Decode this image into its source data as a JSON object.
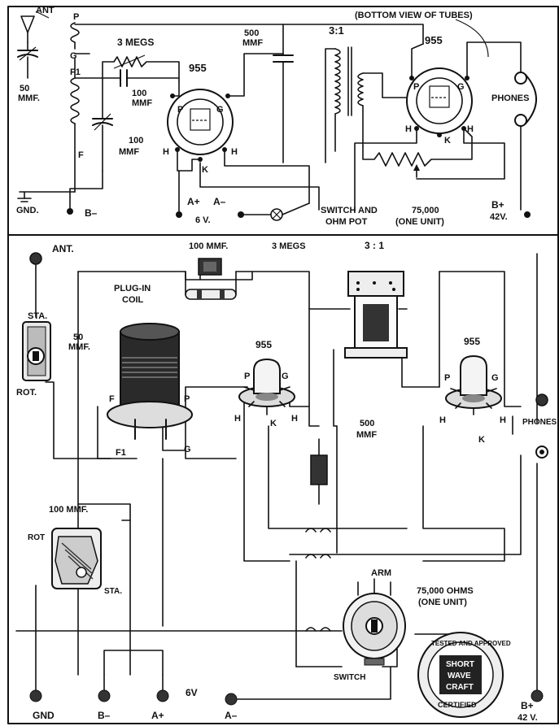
{
  "schematic": {
    "labels": {
      "ant": "ANT",
      "p": "P",
      "g": "G",
      "f1": "F1",
      "f": "F",
      "cap50": "50",
      "cap50_unit": "MMF.",
      "res3megs": "3 MEGS",
      "cap100a": "100",
      "cap100a_unit": "MMF",
      "cap100b": "100",
      "cap100b_unit": "MMF",
      "tube1": "955",
      "tube1_p": "P",
      "tube1_g": "G",
      "tube1_h1": "H",
      "tube1_h2": "H",
      "tube1_k": "K",
      "cap500": "500",
      "cap500_unit": "MMF",
      "xfmr": "3:1",
      "bottom_view": "(BOTTOM VIEW OF TUBES)",
      "tube2": "955",
      "tube2_p": "P",
      "tube2_g": "G",
      "tube2_h1": "H",
      "tube2_h2": "H",
      "tube2_k": "K",
      "phones": "PHONES",
      "gnd": "GND.",
      "bminus": "B–",
      "aplus": "A+",
      "aminus": "A–",
      "six_v": "6 V.",
      "switch_pot_1": "SWITCH AND",
      "switch_pot_2": "OHM POT",
      "pot_value": "75,000",
      "one_unit": "(ONE UNIT)",
      "bplus": "B+",
      "bplus_v": "42V."
    }
  },
  "pictorial": {
    "labels": {
      "ant": "ANT.",
      "sta": "STA.",
      "rot": "ROT.",
      "cap50": "50",
      "cap50_unit": "MMF.",
      "cap100": "100 MMF.",
      "res3megs": "3 MEGS",
      "plugin_1": "PLUG-IN",
      "plugin_2": "COIL",
      "coil_f": "F",
      "coil_p": "P",
      "coil_f1": "F1",
      "coil_g": "G",
      "tube1": "955",
      "tube1_p": "P",
      "tube1_g": "G",
      "tube1_h1": "H",
      "tube1_h2": "H",
      "tube1_k": "K",
      "xfmr": "3 : 1",
      "tube2": "955",
      "tube2_p": "P",
      "tube2_g": "G",
      "tube2_h1": "H",
      "tube2_h2": "H",
      "tube2_k": "K",
      "phones": "PHONES",
      "cap500": "500",
      "cap500_unit": "MMF",
      "tuning_cap": "100 MMF.",
      "tuning_rot": "ROT",
      "tuning_sta": "STA.",
      "arm": "ARM",
      "pot_value": "75,000 OHMS",
      "one_unit": "(ONE UNIT)",
      "switch": "SWITCH",
      "seal_1": "TESTED AND APPROVED",
      "seal_2": "SHORT",
      "seal_3": "WAVE",
      "seal_4": "CRAFT",
      "seal_5": "CERTIFIED",
      "gnd": "GND",
      "bminus": "B–",
      "aplus": "A+",
      "six_v": "6V",
      "aminus": "A–",
      "bplus": "B+",
      "bplus_v": "42 V."
    }
  }
}
